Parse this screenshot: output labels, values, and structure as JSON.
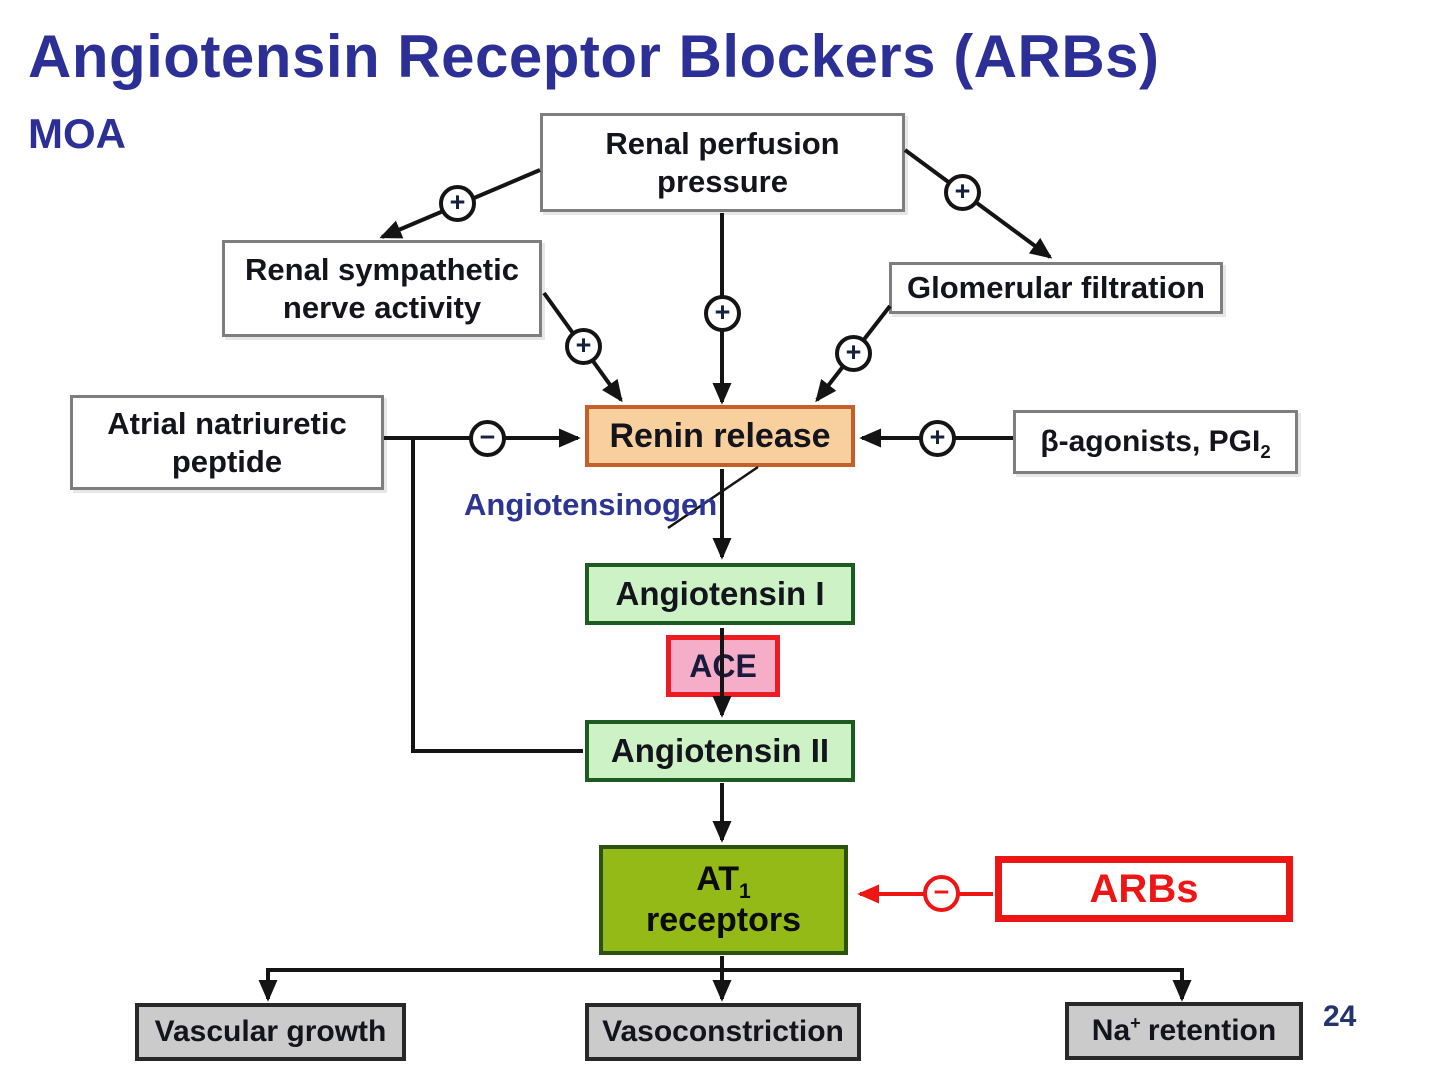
{
  "slide": {
    "title": "Angiotensin Receptor Blockers (ARBs)",
    "subtitle": "MOA",
    "page_number": "24"
  },
  "signs": {
    "plus": "+",
    "minus": "−"
  },
  "colors": {
    "title_blue": "#2b2f96",
    "diagram_text": "#14141c",
    "accent_red": "#ee1515",
    "renin_fill": "#f8d09e",
    "renin_border": "#c4602a",
    "angiotensin_fill": "#cdf2c6",
    "angiotensin_border": "#1d5b20",
    "ace_fill": "#f6aec8",
    "ace_border": "#ee1b24",
    "at1_fill": "#93ba17",
    "at1_border": "#2b520e",
    "outcome_gray_fill": "#cbcbcb",
    "white_box_border": "#7e7e7e",
    "angiotensinogen_blue": "#2c3590"
  },
  "nodes": {
    "renal_perfusion": {
      "line1": "Renal perfusion",
      "line2": "pressure"
    },
    "renal_sympathetic": {
      "line1": "Renal sympathetic",
      "line2": "nerve activity"
    },
    "glomerular_filtration": {
      "label": "Glomerular filtration"
    },
    "atrial_natriuretic_peptide": {
      "line1": "Atrial natriuretic",
      "line2": "peptide"
    },
    "renin_release": {
      "label": "Renin release"
    },
    "beta_agonists": {
      "text": "β-agonists, PGI",
      "sub": "2"
    },
    "angiotensinogen": {
      "label": "Angiotensinogen"
    },
    "angiotensin_1": {
      "label": "Angiotensin I"
    },
    "ace": {
      "label": "ACE"
    },
    "angiotensin_2": {
      "label": "Angiotensin II"
    },
    "at1_receptors": {
      "line1": "AT",
      "line1_sub": "1",
      "line2": "receptors"
    },
    "arbs": {
      "label": "ARBs"
    },
    "vascular_growth": {
      "label": "Vascular growth"
    },
    "vasoconstriction": {
      "label": "Vasoconstriction"
    },
    "na_retention": {
      "pre": "Na",
      "sup": "+",
      "post": "retention"
    }
  }
}
